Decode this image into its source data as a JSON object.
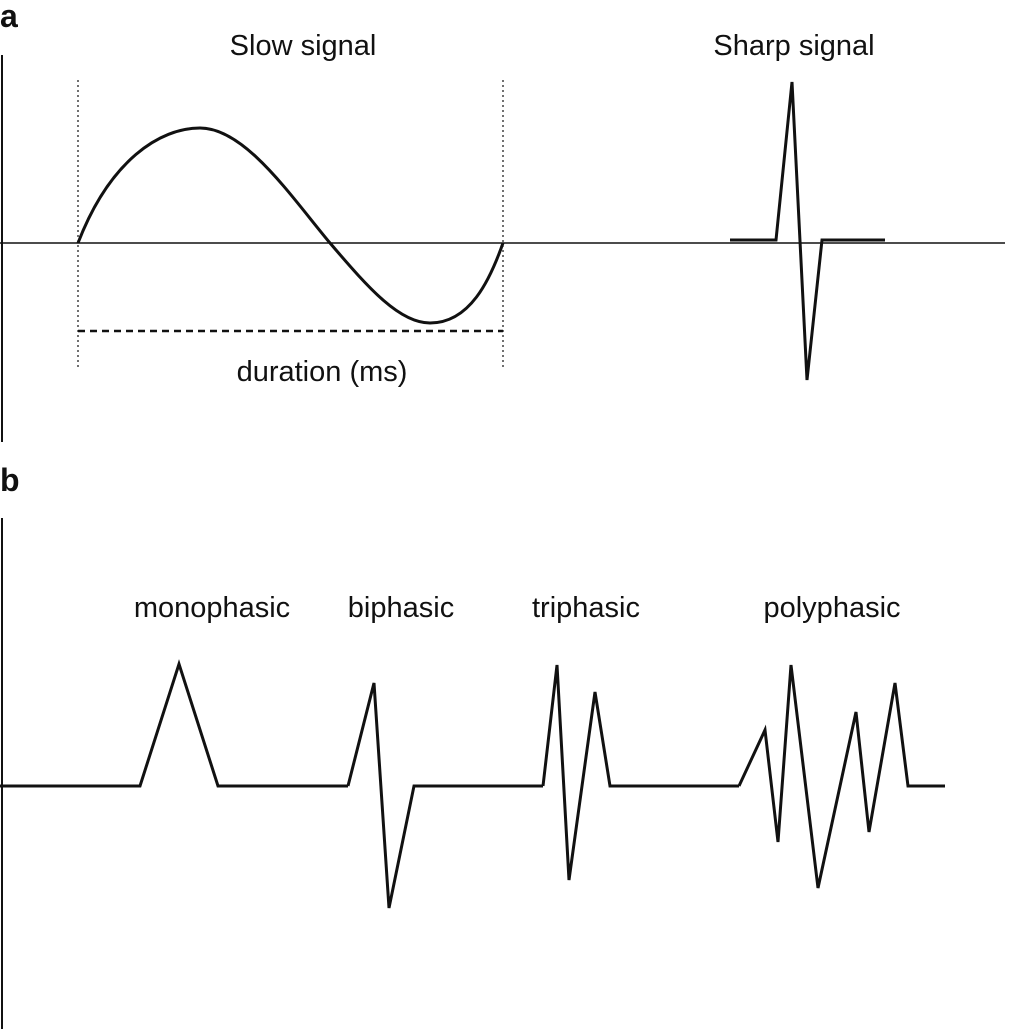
{
  "panel_a": {
    "letter": "a",
    "slow_signal_label": "Slow signal",
    "sharp_signal_label": "Sharp signal",
    "duration_label": "duration (ms)"
  },
  "panel_b": {
    "letter": "b",
    "labels": [
      "monophasic",
      "biphasic",
      "triphasic",
      "polyphasic"
    ]
  },
  "colors": {
    "stroke": "#111111"
  }
}
